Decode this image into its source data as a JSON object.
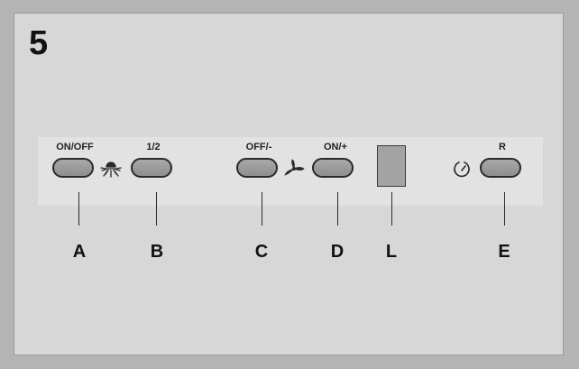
{
  "figure": {
    "step_number": "5",
    "top_labels": {
      "a": "ON/OFF",
      "b": "1/2",
      "c": "OFF/-",
      "d": "ON/+",
      "e": "R"
    },
    "letters": {
      "a": "A",
      "b": "B",
      "c": "C",
      "d": "D",
      "l": "L",
      "e": "E"
    },
    "icons": [
      "light-icon",
      "fan-icon",
      "timer-icon"
    ],
    "colors": {
      "background": "#b4b4b4",
      "panel": "#d7d7d7",
      "strip": "#e2e2e2",
      "button_fill": "#999999",
      "outline": "#2a2a2a"
    }
  }
}
